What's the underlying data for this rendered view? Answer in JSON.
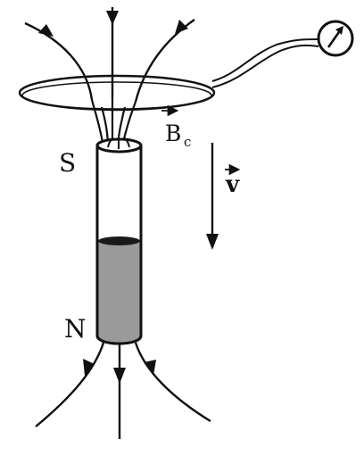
{
  "labels": {
    "pole_top": "S",
    "pole_bottom": "N",
    "induced_field_symbol": "B",
    "induced_field_subscript": "c",
    "velocity_symbol": "v"
  },
  "colors": {
    "ink": "#111111",
    "magnet_fill": "#9a9a9a",
    "background": "#ffffff"
  },
  "icons": {
    "meter": "galvanometer-icon"
  }
}
